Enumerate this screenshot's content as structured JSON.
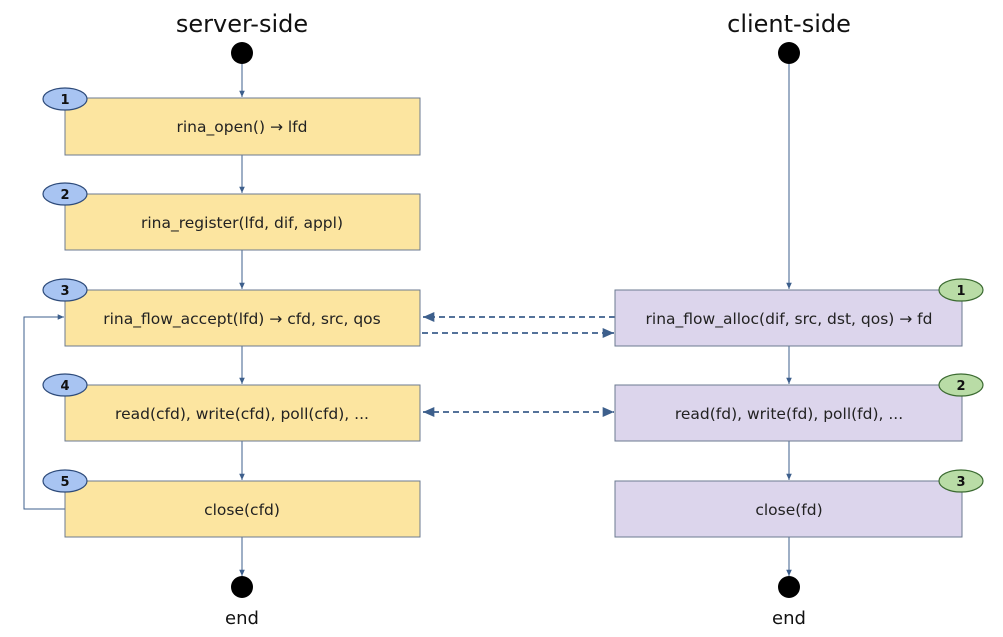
{
  "server": {
    "title": "server-side",
    "end_label": "end",
    "steps": [
      {
        "badge": "1",
        "label": "rina_open() → lfd"
      },
      {
        "badge": "2",
        "label": "rina_register(lfd, dif, appl)"
      },
      {
        "badge": "3",
        "label": "rina_flow_accept(lfd) → cfd, src, qos"
      },
      {
        "badge": "4",
        "label": "read(cfd), write(cfd), poll(cfd), ..."
      },
      {
        "badge": "5",
        "label": "close(cfd)"
      }
    ]
  },
  "client": {
    "title": "client-side",
    "end_label": "end",
    "steps": [
      {
        "badge": "1",
        "label": "rina_flow_alloc(dif, src, dst, qos) → fd"
      },
      {
        "badge": "2",
        "label": "read(fd), write(fd), poll(fd), ..."
      },
      {
        "badge": "3",
        "label": "close(fd)"
      }
    ]
  },
  "colors": {
    "server_box": "#fce5a0",
    "client_box": "#dcd5ec",
    "server_badge": "#a8c4f2",
    "client_badge": "#b9dca6",
    "arrow": "#3d5f8c"
  }
}
